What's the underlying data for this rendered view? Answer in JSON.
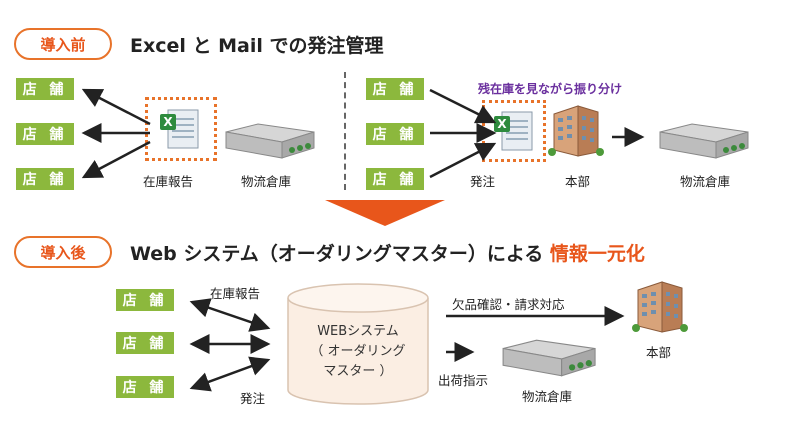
{
  "before": {
    "badge": "導入前",
    "heading": "Excel と Mail での発注管理",
    "left": {
      "stores": [
        "店 舗",
        "店 舗",
        "店 舗"
      ],
      "report_label": "在庫報告",
      "warehouse_label": "物流倉庫"
    },
    "right": {
      "stores": [
        "店 舗",
        "店 舗",
        "店 舗"
      ],
      "note": "残在庫を見ながら振り分け",
      "order_label": "発注",
      "hq_label": "本部",
      "warehouse_label": "物流倉庫"
    }
  },
  "after": {
    "badge": "導入後",
    "heading_main": "Web システム（オーダリングマスター）による ",
    "heading_accent": "情報一元化",
    "stores": [
      "店 舗",
      "店 舗",
      "店 舗"
    ],
    "report_label": "在庫報告",
    "order_label": "発注",
    "system_line1": "WEBシステム",
    "system_line2": "（ オーダリング",
    "system_line3": "マスター ）",
    "confirm_label": "欠品確認・請求対応",
    "hq_label": "本部",
    "ship_label": "出荷指示",
    "warehouse_label": "物流倉庫"
  },
  "colors": {
    "accent": "#e8561b",
    "store_green": "#8cb83d",
    "note_purple": "#6a2f9e"
  },
  "icons": [
    "excel-file-icon",
    "warehouse-icon",
    "building-icon",
    "database-icon"
  ]
}
